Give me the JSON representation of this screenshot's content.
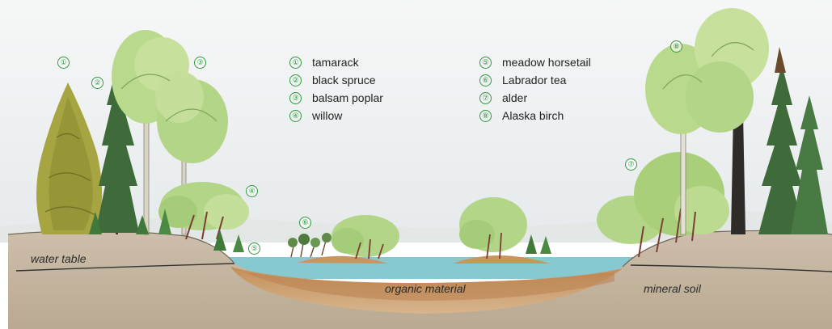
{
  "legend": [
    {
      "num": "①",
      "label": "tamarack"
    },
    {
      "num": "②",
      "label": "black spruce"
    },
    {
      "num": "③",
      "label": "balsam poplar"
    },
    {
      "num": "④",
      "label": "willow"
    },
    {
      "num": "⑤",
      "label": "meadow horsetail"
    },
    {
      "num": "⑥",
      "label": "Labrador tea"
    },
    {
      "num": "⑦",
      "label": "alder"
    },
    {
      "num": "⑧",
      "label": "Alaska birch"
    }
  ],
  "ground_labels": {
    "water_table": "water table",
    "organic_material": "organic material",
    "mineral_soil": "mineral soil"
  },
  "colors": {
    "sky": "#eef1f3",
    "soil": "#c8b9a4",
    "organic": "#c79a6a",
    "water": "#7fc6cf",
    "foliage": "#a9cf7a",
    "conifer": "#3f6b3a",
    "tamarack": "#a7a542",
    "marker": "#2e9a3c"
  }
}
